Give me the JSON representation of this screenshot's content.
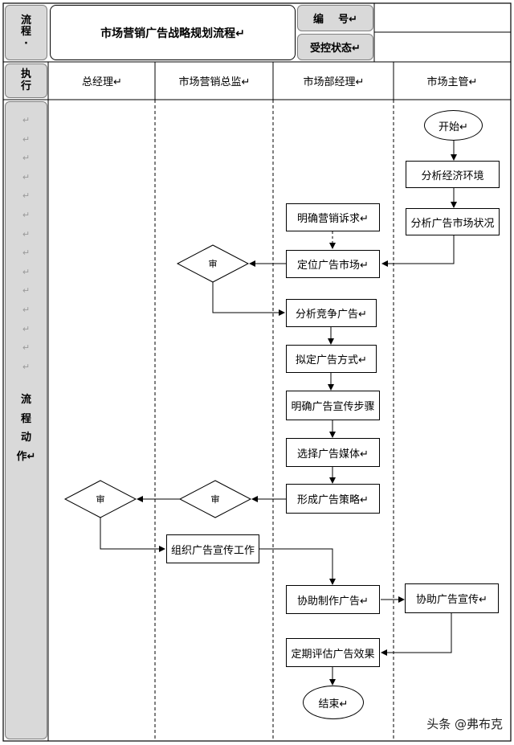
{
  "header": {
    "process_label": "流\n程\n·",
    "title": "市场营销广告战略规划流程↵",
    "number_label": "编    号↵",
    "control_label": "受控状态↵",
    "exec_label": "执\n行"
  },
  "lanes": [
    "总经理↵",
    "市场营销总监↵",
    "市场部经理↵",
    "市场主管↵"
  ],
  "sidebar": {
    "marks": [
      "↵",
      "↵",
      "↵",
      "↵",
      "↵",
      "↵",
      "↵",
      "↵",
      "↵",
      "↵",
      "↵",
      "↵",
      "↵",
      "↵"
    ],
    "label_chars": [
      "流",
      "程",
      "动",
      "作↵"
    ]
  },
  "nodes": {
    "start": "开始↵",
    "n1": "分析经济环境",
    "n2": "分析广告市场状况",
    "n3": "明确营销诉求↵",
    "n4": "定位广告市场↵",
    "d1": "审",
    "n5": "分析竞争广告↵",
    "n6": "拟定广告方式↵",
    "n7": "明确广告宣传步骤",
    "n8": "选择广告媒体↵",
    "n9": "形成广告策略↵",
    "d2": "审",
    "d3": "审",
    "n10": "组织广告宣传工作",
    "n11": "协助制作广告↵",
    "n12": "协助广告宣传↵",
    "n13": "定期评估广告效果",
    "end": "结束↵"
  },
  "watermark": "头条 @弗布克"
}
